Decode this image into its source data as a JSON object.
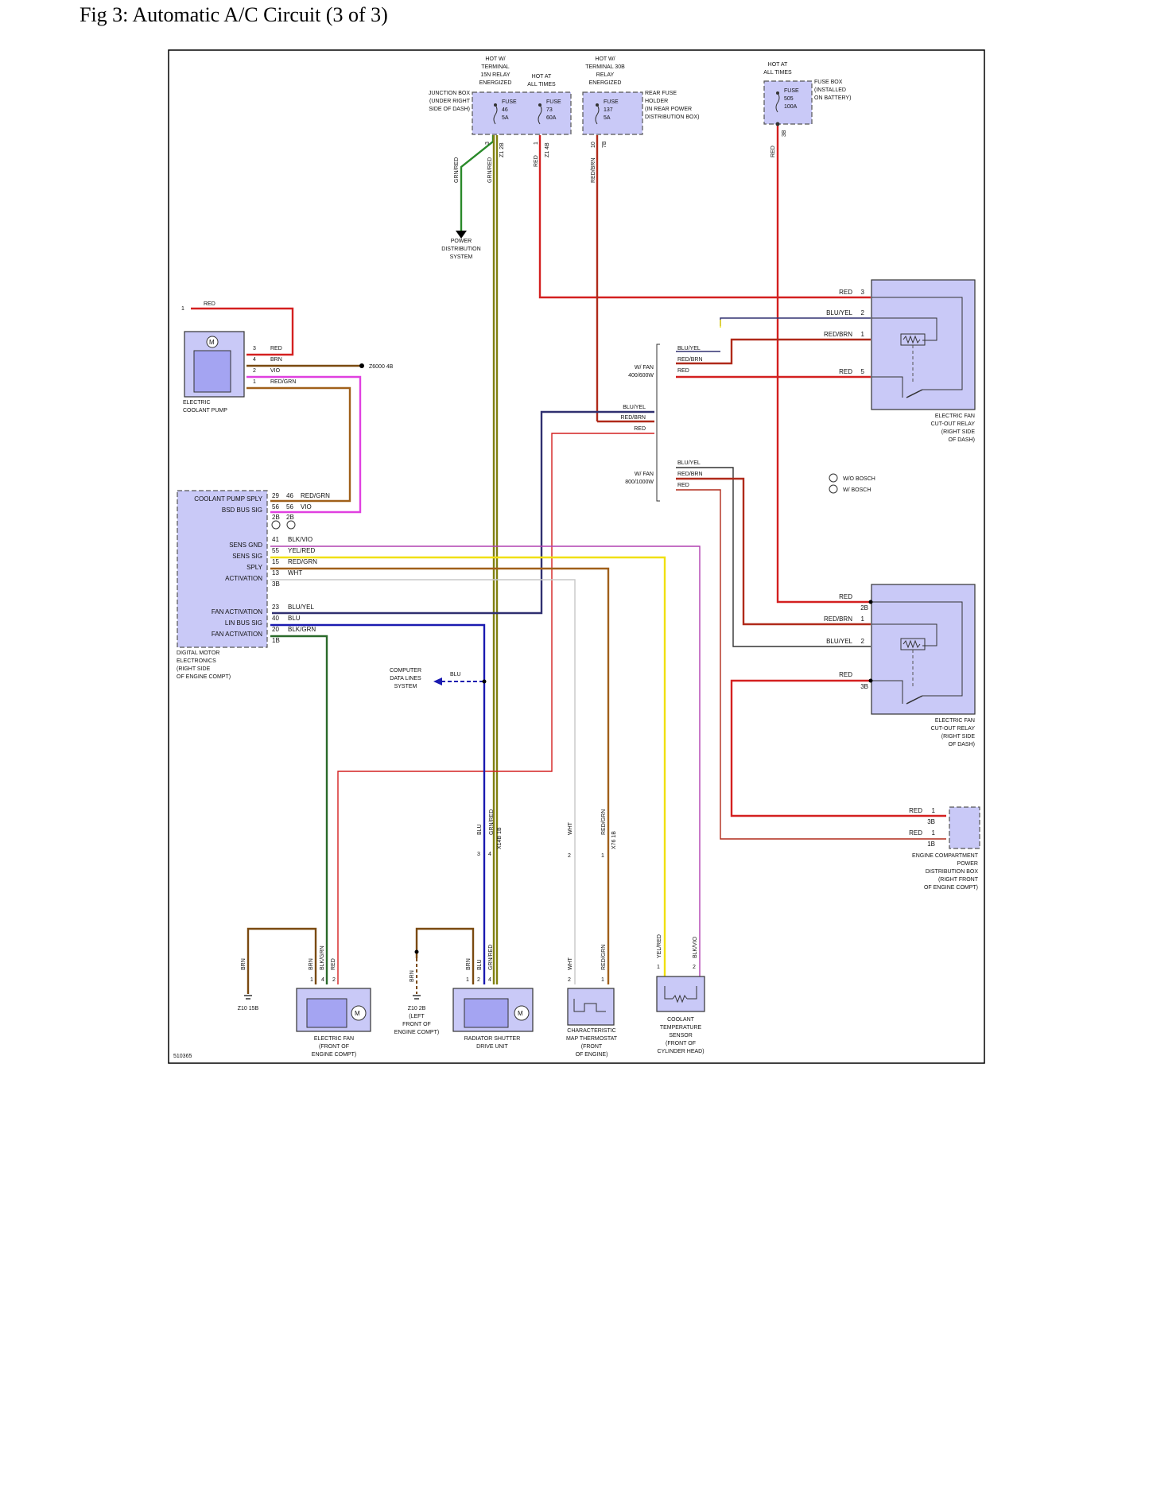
{
  "title": "Fig 3: Automatic A/C Circuit (3 of 3)",
  "figure_id": "510365",
  "wire_colors": {
    "RED": "#d42020",
    "BRN": "#7a4a10",
    "VIO": "#e040e0",
    "GRN": "#2a8a2a",
    "GRNRED": "#808010",
    "YEL": "#f0e010",
    "WHT": "#c8c8c8",
    "BLU": "#1a1ab0",
    "BLK": "#333333",
    "REDBRN": "#b02a1a",
    "REDGRN": "#a0601a",
    "BLUYEL": "#303070",
    "BLKVIO": "#b040b0",
    "YELRED": "#f0c010",
    "BLKGRN": "#2a6a2a"
  },
  "power": {
    "hot15": [
      "HOT W/",
      "TERMINAL",
      "15N RELAY",
      "ENERGIZED"
    ],
    "hotall": [
      "HOT AT",
      "ALL TIMES"
    ],
    "hot30": [
      "HOT W/",
      "TERMINAL 30B",
      "RELAY",
      "ENERGIZED"
    ],
    "hotall2": [
      "HOT AT",
      "ALL TIMES"
    ]
  },
  "fuses": {
    "f46": [
      "FUSE",
      "46",
      "5A"
    ],
    "f73": [
      "FUSE",
      "73",
      "60A"
    ],
    "f137": [
      "FUSE",
      "137",
      "5A"
    ],
    "f505": [
      "FUSE",
      "505",
      "100A"
    ]
  },
  "labels": {
    "junction_box": [
      "JUNCTION BOX",
      "(UNDER RIGHT",
      "SIDE OF DASH)"
    ],
    "rear_fuse": [
      "REAR FUSE",
      "HOLDER",
      "(IN REAR POWER",
      "DISTRIBUTION BOX)"
    ],
    "fuse_box": [
      "FUSE BOX",
      "(INSTALLED",
      "ON BATTERY)"
    ],
    "power_dist": [
      "POWER",
      "DISTRIBUTION",
      "SYSTEM"
    ],
    "coolant_pump": [
      "ELECTRIC",
      "COOLANT PUMP"
    ],
    "z6000": "Z6000 4B",
    "dme": [
      "DIGITAL MOTOR",
      "ELECTRONICS",
      "(RIGHT SIDE",
      "OF ENGINE COMPT)"
    ],
    "relay1": [
      "ELECTRIC FAN",
      "CUT-OUT RELAY",
      "(RIGHT SIDE",
      "OF DASH)"
    ],
    "relay2": [
      "ELECTRIC FAN",
      "CUT-OUT RELAY",
      "(RIGHT SIDE",
      "OF DASH)"
    ],
    "fan400": [
      "W/ FAN",
      "400/600W"
    ],
    "fan800": [
      "W/ FAN",
      "800/1000W"
    ],
    "legend1": "W/O BOSCH",
    "legend2": "W/ BOSCH",
    "data_lines": [
      "COMPUTER",
      "DATA LINES",
      "SYSTEM"
    ],
    "ecpdb": [
      "ENGINE COMPARTMENT",
      "POWER",
      "DISTRIBUTION BOX",
      "(RIGHT FRONT",
      "OF ENGINE COMPT)"
    ],
    "efan": [
      "ELECTRIC FAN",
      "(FRONT OF",
      "ENGINE COMPT)"
    ],
    "shutter": [
      "RADIATOR SHUTTER",
      "DRIVE UNIT"
    ],
    "thermostat": [
      "CHARACTERISTIC",
      "MAP THERMOSTAT",
      "(FRONT",
      "OF ENGINE)"
    ],
    "ctsensor": [
      "COOLANT",
      "TEMPERATURE",
      "SENSOR",
      "(FRONT OF",
      "CYLINDER HEAD)"
    ],
    "z10_15b": "Z10 15B",
    "z10_2b": [
      "Z10 2B",
      "(LEFT",
      "FRONT OF",
      "ENGINE COMPT)"
    ]
  },
  "dme_pins": [
    {
      "name": "COOLANT PUMP SPLY",
      "pin": "29",
      "pin2": "46",
      "wire": "RED/GRN"
    },
    {
      "name": "BSD BUS SIG",
      "pin": "56",
      "pin2": "56",
      "wire": "VIO"
    },
    {
      "name": "",
      "pin": "2B",
      "pin2": "2B",
      "wire": ""
    },
    {
      "name": "SENS GND",
      "pin": "41",
      "pin2": "",
      "wire": "BLK/VIO"
    },
    {
      "name": "SENS SIG",
      "pin": "55",
      "pin2": "",
      "wire": "YEL/RED"
    },
    {
      "name": "SPLY",
      "pin": "15",
      "pin2": "",
      "wire": "RED/GRN"
    },
    {
      "name": "ACTIVATION",
      "pin": "13",
      "pin2": "",
      "wire": "WHT"
    },
    {
      "name": "",
      "pin": "3B",
      "pin2": "",
      "wire": ""
    },
    {
      "name": "FAN ACTIVATION",
      "pin": "23",
      "pin2": "",
      "wire": "BLU/YEL"
    },
    {
      "name": "LIN BUS SIG",
      "pin": "40",
      "pin2": "",
      "wire": "BLU"
    },
    {
      "name": "FAN ACTIVATION",
      "pin": "20",
      "pin2": "",
      "wire": "BLK/GRN"
    },
    {
      "name": "",
      "pin": "1B",
      "pin2": "",
      "wire": ""
    }
  ],
  "pump_pins": [
    {
      "pin": "3",
      "wire": "RED"
    },
    {
      "pin": "4",
      "wire": "BRN"
    },
    {
      "pin": "2",
      "wire": "VIO"
    },
    {
      "pin": "1",
      "wire": "RED/GRN"
    }
  ],
  "relay1_pins": [
    {
      "wire": "RED",
      "pin": "3"
    },
    {
      "wire": "BLU/YEL",
      "pin": "2"
    },
    {
      "wire": "RED/BRN",
      "pin": "1"
    },
    {
      "wire": "RED",
      "pin": "5"
    }
  ],
  "relay2_pins": [
    {
      "wire": "RED",
      "pin": "2B"
    },
    {
      "wire": "RED/BRN",
      "pin": "1"
    },
    {
      "wire": "BLU/YEL",
      "pin": "2"
    },
    {
      "wire": "RED",
      "pin": "3B"
    }
  ],
  "fan_group_wires": [
    "BLU/YEL",
    "RED/BRN",
    "RED"
  ],
  "mid_wires": [
    "BLU/YEL",
    "RED/BRN",
    "RED"
  ],
  "ecpdb_pins": [
    {
      "wire": "RED",
      "pin": "1",
      "conn": "3B"
    },
    {
      "wire": "RED",
      "pin": "1",
      "conn": "1B"
    }
  ],
  "top_wires": {
    "grnred1": "GRN/RED",
    "grnred2": "GRN/RED",
    "z1_2b": "Z1 2B",
    "pin3": "3",
    "red": "RED",
    "pin1": "1",
    "z1_4b": "Z1 4B",
    "redbrn": "RED/BRN",
    "pin10": "10",
    "z7b": "7B",
    "red_fb": "RED",
    "fb_3b": "3B",
    "red1": "RED",
    "one": "1"
  },
  "connector_labels": {
    "blu": "BLU",
    "grnred": "GRN/RED",
    "x14b": "X14B 1B",
    "p3": "3",
    "p4": "4",
    "wht": "WHT",
    "redgrn": "RED/GRN",
    "x76": "X76 1B",
    "p2": "2",
    "p1": "1"
  },
  "bottom_wires": {
    "brn": "BRN",
    "efan": [
      "BRN",
      "BLK/GRN",
      "RED"
    ],
    "efan_pins": [
      "1",
      "4",
      "2"
    ],
    "brn2": "BRN",
    "shutter": [
      "BRN",
      "BLU",
      "GRN/RED"
    ],
    "shutter_pins": [
      "1",
      "2",
      "4"
    ],
    "wht": "WHT",
    "wht_pin": "2",
    "redgrn": "RED/GRN",
    "redgrn_pin": "1",
    "yelred": "YEL/RED",
    "yelred_pin": "1",
    "blkvio": "BLK/VIO",
    "blkvio_pin": "2"
  }
}
